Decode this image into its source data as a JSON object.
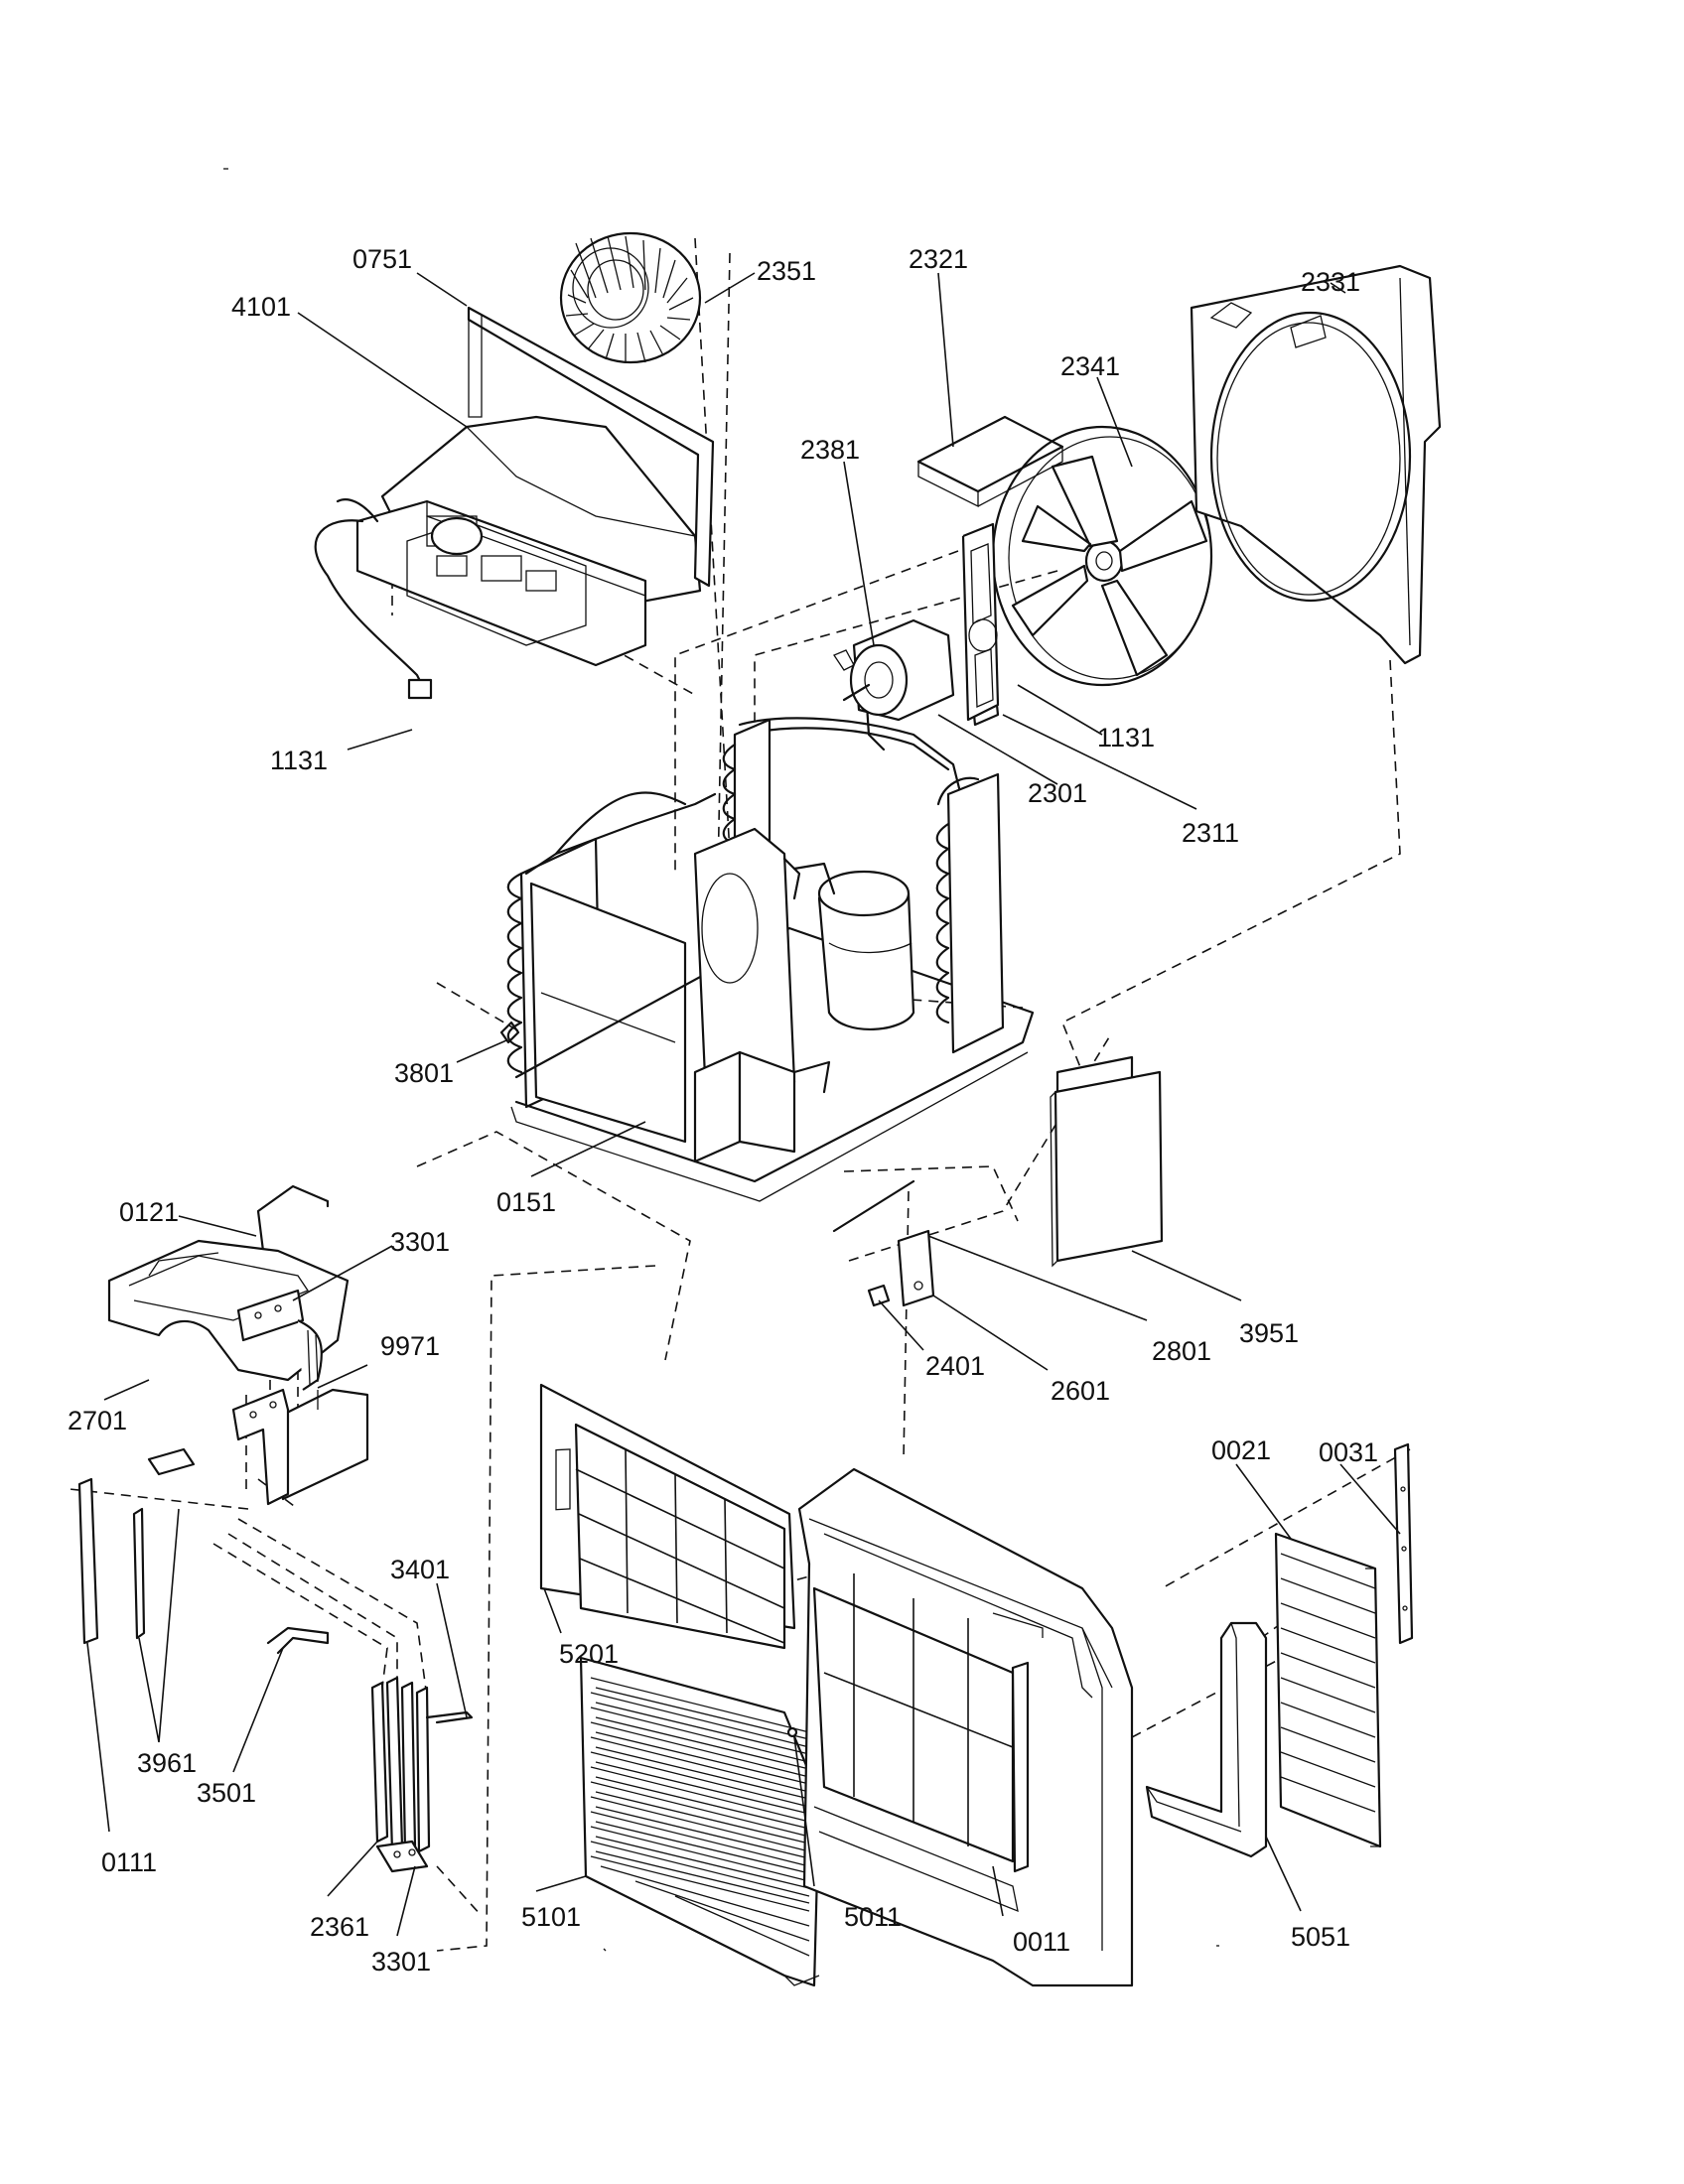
{
  "labels": {
    "l0751": "0751",
    "l2351": "2351",
    "l2321": "2321",
    "l2331": "2331",
    "l4101": "4101",
    "l2341": "2341",
    "l2381": "2381",
    "l1131a": "1131",
    "l1131b": "1131",
    "l2301": "2301",
    "l2311": "2311",
    "l3801": "3801",
    "l0151": "0151",
    "l0121": "0121",
    "l3301a": "3301",
    "l9971": "9971",
    "l2701": "2701",
    "l2401": "2401",
    "l2601": "2601",
    "l2801": "2801",
    "l3951": "3951",
    "l0021": "0021",
    "l0031": "0031",
    "l3401": "3401",
    "l5201": "5201",
    "l3961": "3961",
    "l3501": "3501",
    "l0111": "0111",
    "l2361": "2361",
    "l3301b": "3301",
    "l5101": "5101",
    "l5011": "5011",
    "l0011": "0011",
    "l5051": "5051"
  }
}
